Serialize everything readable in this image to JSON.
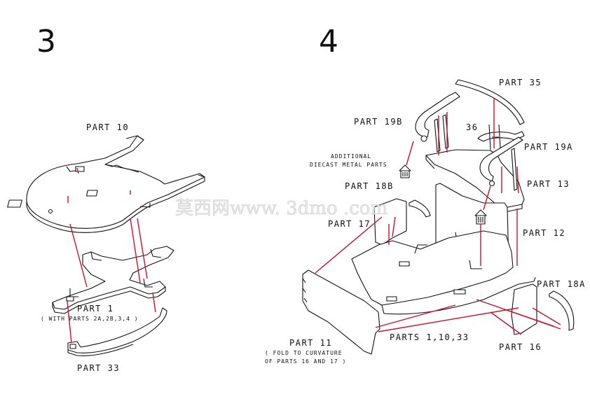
{
  "steps": {
    "left": "3",
    "right": "4"
  },
  "labels": {
    "part10": "PART 10",
    "part1": "PART 1",
    "part1_note": "( WITH PARTS 2A,2B,3,4 )",
    "part33": "PART 33",
    "part35": "PART  35",
    "part19b": "PART 19B",
    "num36": "36",
    "part19a": "PART 19A",
    "additional1": "ADDITIONAL",
    "additional2": "DIECAST METAL PARTS",
    "part18b": "PART 18B",
    "part13": "PART 13",
    "part17": "PART 17",
    "part12": "PART  12",
    "part18a": "PART 18A",
    "parts_1_10_33": "PARTS 1,10,33",
    "part16": "PART 16",
    "part11": "PART 11",
    "part11_note1": "( FOLD TO CURVATURE",
    "part11_note2": "OF PARTS 16 AND 17 )"
  },
  "watermark": "莫西网www. 3dmo  .com",
  "colors": {
    "line": "#111111",
    "guide": "#c8102e",
    "background": "#ffffff"
  }
}
